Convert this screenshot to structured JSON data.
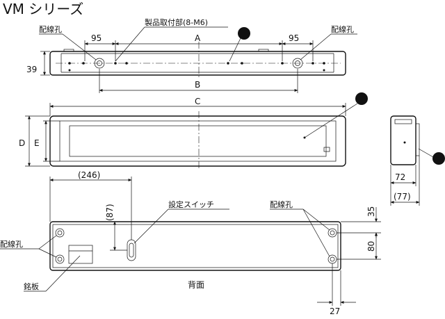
{
  "title": "VM シリーズ",
  "labels": {
    "wiring_hole": "配線孔",
    "mount_part": "製品取付部(8-M6)",
    "setting_switch": "設定スイッチ",
    "nameplate": "銘板",
    "back": "背面"
  },
  "dimensions": {
    "d95_left": "95",
    "d95_right": "95",
    "A": "A",
    "B": "B",
    "C": "C",
    "D": "D",
    "E": "E",
    "h39": "39",
    "w72": "72",
    "w77": "(77)",
    "d246": "(246)",
    "d87": "(87)",
    "d35": "35",
    "d80": "80",
    "d27": "27"
  }
}
